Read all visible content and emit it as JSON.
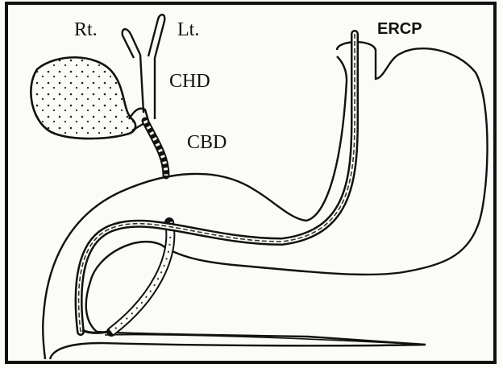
{
  "labels": {
    "rt": "Rt.",
    "lt": "Lt.",
    "chd": "CHD",
    "cbd": "CBD",
    "ercp": "ERCP"
  },
  "colors": {
    "ink": "#111111",
    "paper": "#fbfbf8"
  }
}
